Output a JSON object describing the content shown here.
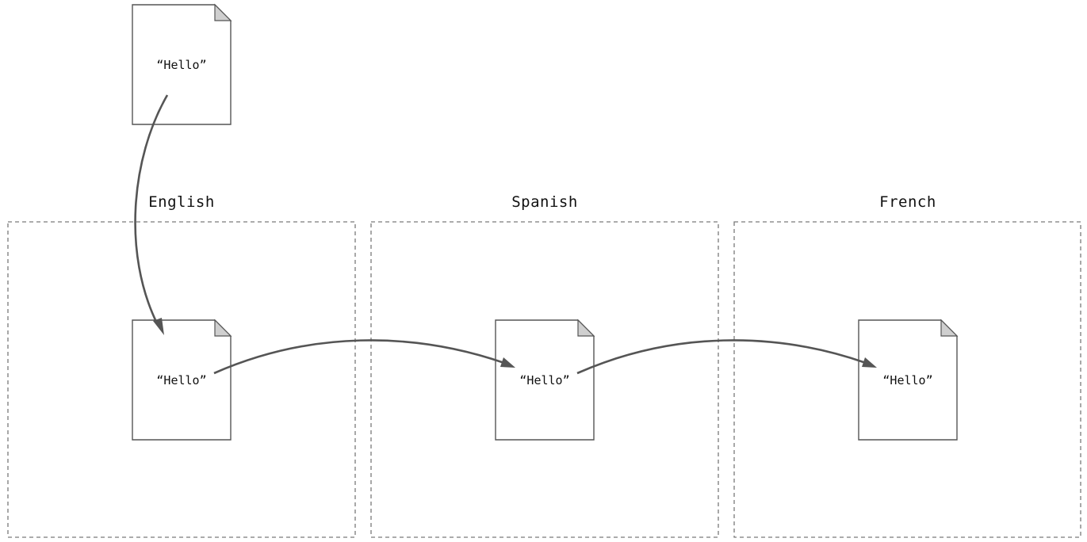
{
  "source_document": {
    "text": "“Hello”"
  },
  "groups": [
    {
      "title": "English",
      "document_text": "“Hello”"
    },
    {
      "title": "Spanish",
      "document_text": "“Hello”"
    },
    {
      "title": "French",
      "document_text": "“Hello”"
    }
  ],
  "colors": {
    "stroke": "#555555",
    "fold_fill": "#cfcfcf",
    "group_border": "#7a7a7a"
  }
}
